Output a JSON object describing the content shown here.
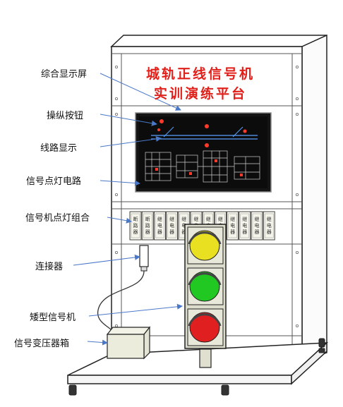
{
  "title": {
    "line1": "城轨正线信号机",
    "line2": "实训演练平台"
  },
  "labels": {
    "screen": "综合显示屏",
    "buttons": "操纵按钮",
    "route": "线路显示",
    "lamp_circuit": "信号点灯电路",
    "relay_group": "信号机点灯组合",
    "connector": "连接器",
    "dwarf_signal": "矮型信号机",
    "transformer": "信号变压器箱"
  },
  "relay_text": [
    "断\n路\n器",
    "断\n路\n器",
    "继\n电\n器",
    "继\n电\n器",
    "继\n电\n器",
    "继\n电\n器",
    "继\n电\n器",
    "继\n电\n器",
    "继\n电\n器",
    "继\n电\n器",
    "继\n电\n器",
    "继\n电\n器"
  ],
  "colors": {
    "title": "#e0201a",
    "arrow": "#4a78c8",
    "lamp_yellow": "#e8e020",
    "lamp_green": "#22c822",
    "lamp_red": "#e02020",
    "screen_bg": "#141414"
  }
}
